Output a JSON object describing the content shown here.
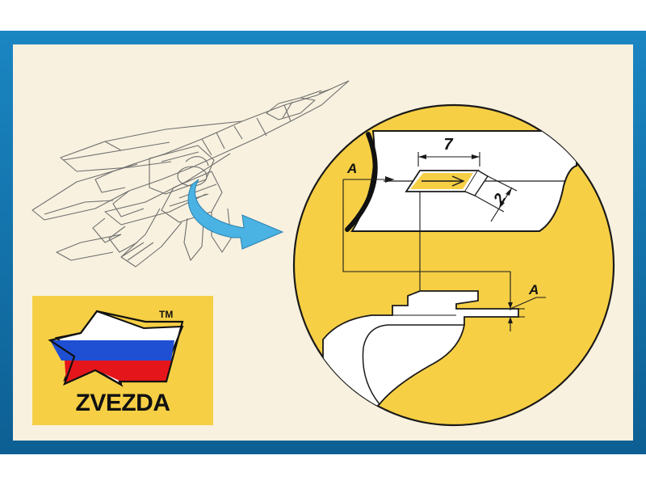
{
  "colors": {
    "outer_frame": "#1a86c2",
    "outer_frame_dark": "#0d5f93",
    "panel_background": "#f8f1df",
    "detail_circle": "#f6cf45",
    "logo_background": "#f6cf45",
    "arrow": "#4ab3e3",
    "flag_white": "#ffffff",
    "flag_blue": "#1f4fd3",
    "flag_red": "#e5161b",
    "line": "#1a1a1a",
    "aircraft_line": "#6f6f6f"
  },
  "icons": {
    "aircraft": "jet-fighter-line-drawing",
    "callout_arrow": "curved-arrow",
    "logo_emblem": "star-with-flag"
  },
  "diagram": {
    "dimension_width": "7",
    "dimension_depth": "2",
    "section_label_top": "A",
    "section_label_bottom": "A"
  },
  "logo": {
    "brand": "ZVEZDA",
    "trademark": "TM"
  }
}
